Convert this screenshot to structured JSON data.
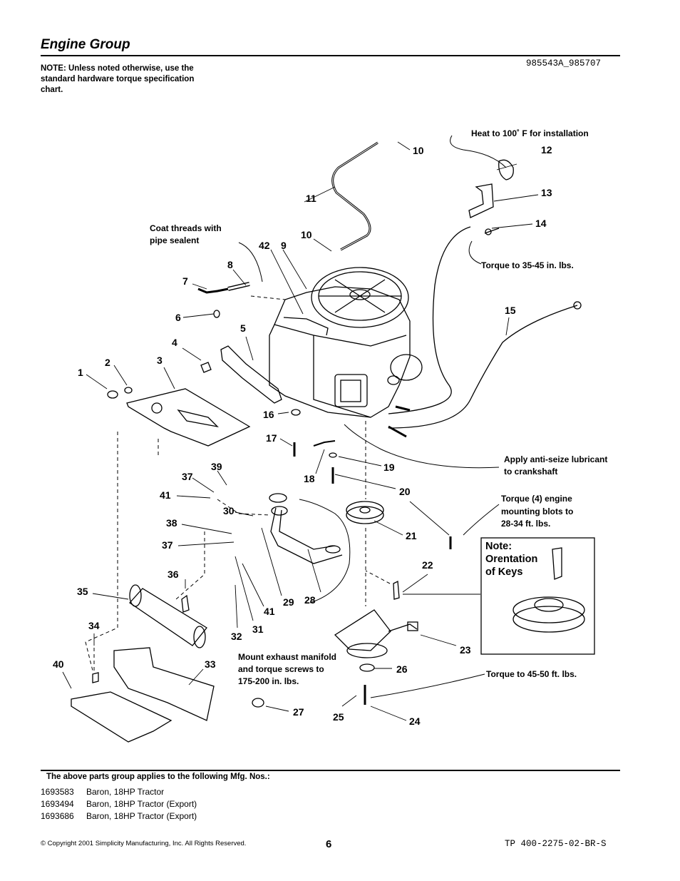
{
  "header": {
    "title": "Engine Group",
    "note": "NOTE: Unless noted otherwise, use the standard hardware torque specification chart.",
    "doc_number": "985543A_985707"
  },
  "callouts": [
    "1",
    "2",
    "3",
    "4",
    "5",
    "6",
    "7",
    "8",
    "9",
    "10",
    "10",
    "11",
    "12",
    "13",
    "14",
    "15",
    "16",
    "17",
    "18",
    "19",
    "20",
    "21",
    "22",
    "23",
    "24",
    "25",
    "26",
    "27",
    "28",
    "29",
    "30",
    "31",
    "32",
    "33",
    "34",
    "35",
    "36",
    "37",
    "37",
    "38",
    "39",
    "40",
    "41",
    "41",
    "42"
  ],
  "annotations": {
    "heat": "Heat to 100˚ F for installation",
    "coat_line1": "Coat threads with",
    "coat_line2": "pipe sealent",
    "torque_35": "Torque to 35-45 in. lbs.",
    "antiseize_line1": "Apply anti-seize lubricant",
    "antiseize_line2": "to crankshaft",
    "torque4_line1": "Torque (4) engine",
    "torque4_line2": "mounting blots to",
    "torque4_line3": "28-34 ft. lbs.",
    "keys_line1": "Note:",
    "keys_line2": "Orentation",
    "keys_line3": "of Keys",
    "exhaust_line1": "Mount exhaust manifold",
    "exhaust_line2": "and torque screws  to",
    "exhaust_line3": "175-200 in. lbs.",
    "torque_45": "Torque to 45-50 ft. lbs."
  },
  "footer": {
    "applies_label": "The above parts group applies to the following Mfg. Nos.:",
    "mfg": [
      {
        "num": "1693583",
        "desc": "Baron, 18HP Tractor"
      },
      {
        "num": "1693494",
        "desc": "Baron, 18HP Tractor (Export)"
      },
      {
        "num": "1693686",
        "desc": "Baron, 18HP Tractor (Export)"
      }
    ],
    "copyright": "© Copyright  2001 Simplicity Manufacturing, Inc. All Rights Reserved.",
    "page": "6",
    "tp": "TP 400-2275-02-BR-S"
  }
}
